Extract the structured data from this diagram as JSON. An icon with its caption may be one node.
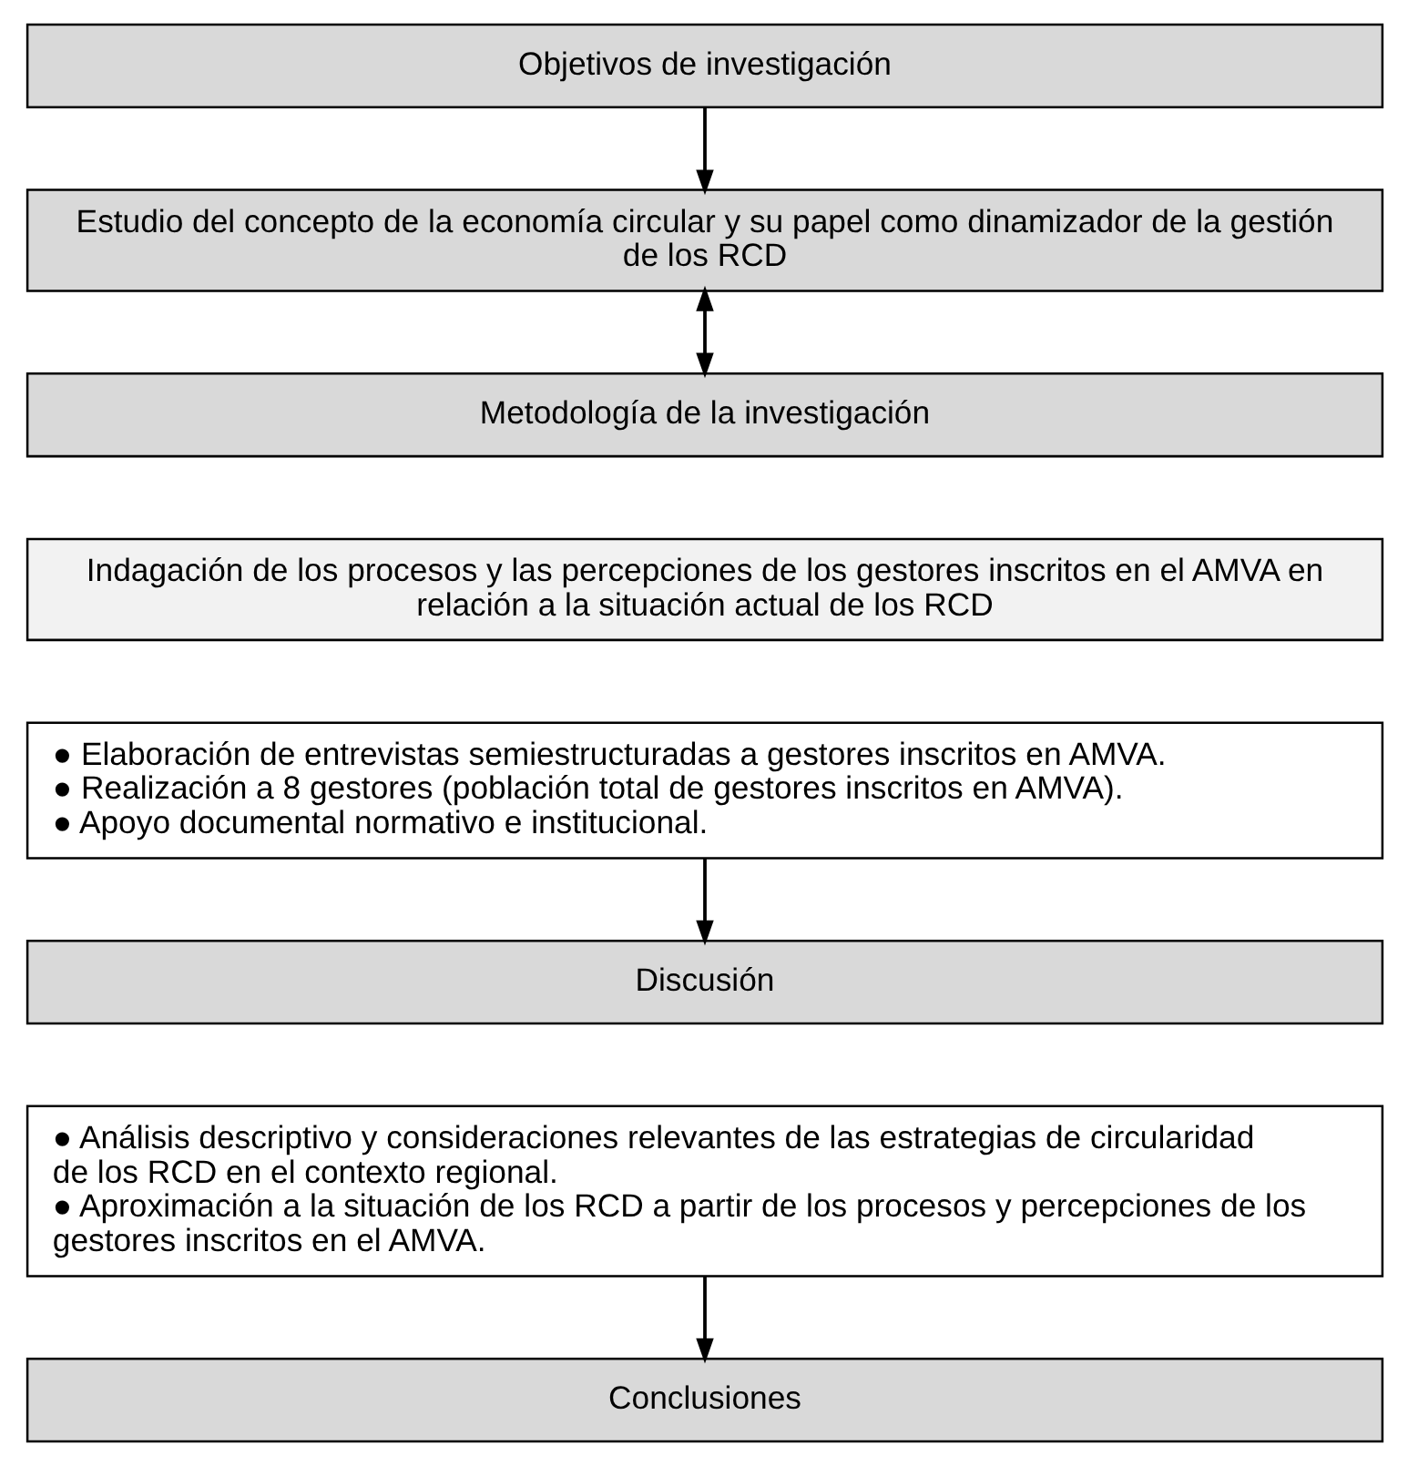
{
  "diagram": {
    "nodes": [
      {
        "text": [
          "Objetivos de investigación"
        ]
      },
      {
        "text": [
          "Estudio del concepto de la economía circular y su papel como dinamizador de la gestión de los RCD"
        ]
      },
      {
        "text": [
          "Metodología de la investigación"
        ]
      },
      {
        "text": [
          "Indagación de los procesos y las percepciones de los gestores inscritos en el AMVA en relación a la situación actual de los RCD"
        ]
      },
      {
        "text": [
          "● Elaboración de entrevistas semiestructuradas a gestores inscritos en AMVA.",
          "● Realización a 8 gestores (población total de gestores inscritos en AMVA).",
          "● Apoyo documental normativo e institucional."
        ]
      },
      {
        "text": [
          "Discusión"
        ]
      },
      {
        "text": [
          "● Análisis descriptivo y consideraciones relevantes de las estrategias de circularidad de los RCD en el contexto regional.",
          "● Aproximación a la situación de los RCD a partir de los procesos y percepciones de los gestores inscritos en el AMVA."
        ]
      },
      {
        "text": [
          "Conclusiones"
        ]
      }
    ],
    "edges": [
      {
        "from": 0,
        "to": 1,
        "arrow": "to"
      },
      {
        "from": 1,
        "to": 2,
        "arrow": "both"
      },
      {
        "from": 4,
        "to": 5,
        "arrow": "to"
      },
      {
        "from": 6,
        "to": 7,
        "arrow": "to"
      }
    ]
  }
}
